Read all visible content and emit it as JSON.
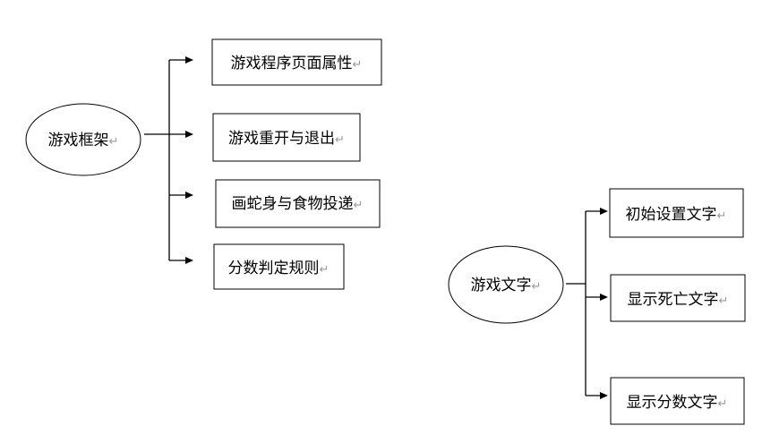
{
  "groups": [
    {
      "root": {
        "label": "游戏框架",
        "mark": "↵"
      },
      "children": [
        {
          "label": "游戏程序页面属性",
          "mark": "↵"
        },
        {
          "label": "游戏重开与退出",
          "mark": "↵"
        },
        {
          "label": "画蛇身与食物投递",
          "mark": "↵"
        },
        {
          "label": "分数判定规则",
          "mark": "↵"
        }
      ]
    },
    {
      "root": {
        "label": "游戏文字",
        "mark": "↵"
      },
      "children": [
        {
          "label": "初始设置文字",
          "mark": "↵"
        },
        {
          "label": "显示死亡文字",
          "mark": "↵"
        },
        {
          "label": "显示分数文字",
          "mark": "↵"
        }
      ]
    }
  ]
}
